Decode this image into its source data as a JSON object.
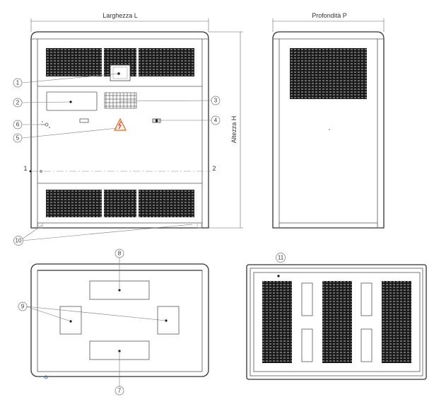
{
  "title": "Ingombri e componenti",
  "dimensions": {
    "width_label": "Larghezza L",
    "depth_label": "Profondità P",
    "height_label": "Altezza H"
  },
  "section_markers": [
    "1",
    "2"
  ],
  "callouts": [
    "1",
    "2",
    "3",
    "4",
    "5",
    "6",
    "7",
    "8",
    "9",
    "10",
    "11"
  ],
  "colors": {
    "line": "#555555",
    "louver": "#1a1a1a",
    "warning": "#e8641e"
  }
}
